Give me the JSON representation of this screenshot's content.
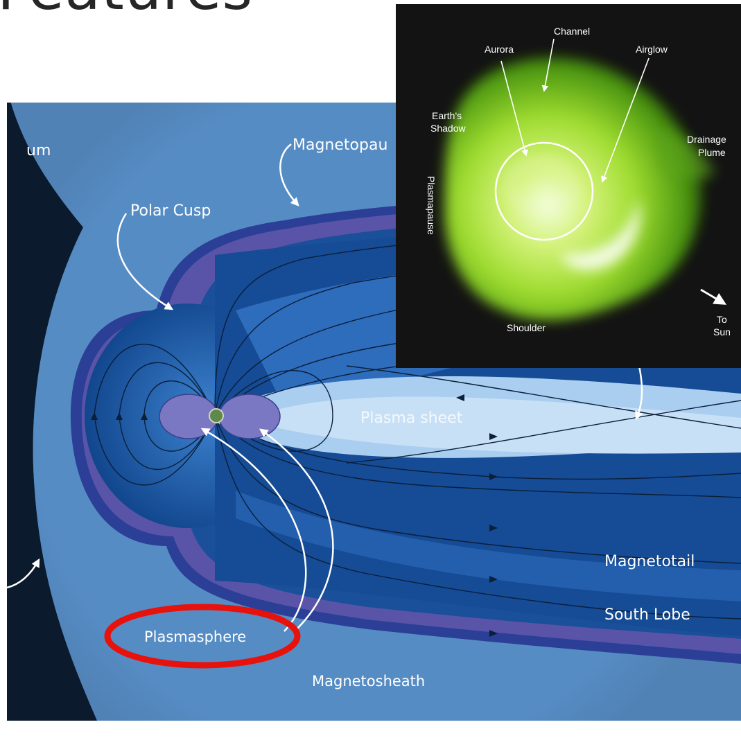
{
  "slide": {
    "title": "Features"
  },
  "diagram": {
    "labels": {
      "bow_shock_fragment": "um",
      "magnetopause": "Magnetopau",
      "polar_cusp": "Polar Cusp",
      "plasma_sheet": "Plasma sheet",
      "magnetotail": "Magnetotail",
      "south_lobe": "South Lobe",
      "plasmasphere": "Plasmasphere",
      "magnetosheath": "Magnetosheath"
    },
    "highlight_color": "#e8120c"
  },
  "imager": {
    "labels": {
      "channel": "Channel",
      "aurora": "Aurora",
      "airglow": "Airglow",
      "earths_shadow_1": "Earth's",
      "earths_shadow_2": "Shadow",
      "drainage_plume_1": "Drainage",
      "drainage_plume_2": "Plume",
      "plasmapause": "Plasmapause",
      "shoulder": "Shoulder",
      "to_sun_1": "To",
      "to_sun_2": "Sun"
    },
    "glow_color": "#9fdc30"
  }
}
